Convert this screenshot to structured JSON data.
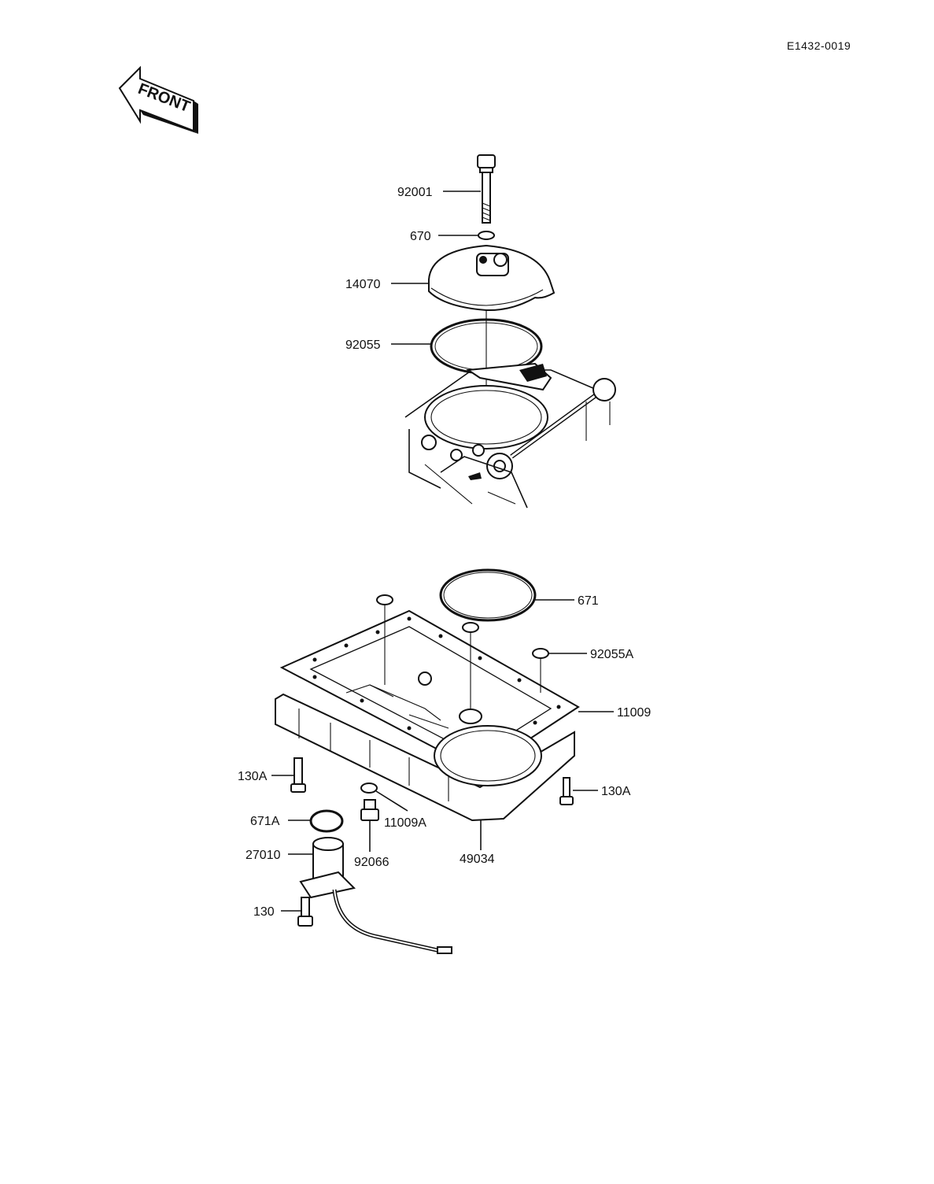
{
  "reference_code": "E1432-0019",
  "front_arrow": {
    "label": "FRONT"
  },
  "upper_assembly": {
    "callouts": [
      {
        "id": "92001",
        "label": "92001"
      },
      {
        "id": "670",
        "label": "670"
      },
      {
        "id": "14070",
        "label": "14070"
      },
      {
        "id": "92055",
        "label": "92055"
      }
    ]
  },
  "lower_assembly": {
    "callouts": [
      {
        "id": "671",
        "label": "671"
      },
      {
        "id": "92055A",
        "label": "92055A"
      },
      {
        "id": "11009",
        "label": "11009"
      },
      {
        "id": "130A_left",
        "label": "130A"
      },
      {
        "id": "130A_right",
        "label": "130A"
      },
      {
        "id": "671A",
        "label": "671A"
      },
      {
        "id": "11009A",
        "label": "11009A"
      },
      {
        "id": "92066",
        "label": "92066"
      },
      {
        "id": "49034",
        "label": "49034"
      },
      {
        "id": "27010",
        "label": "27010"
      },
      {
        "id": "130",
        "label": "130"
      }
    ]
  },
  "colors": {
    "ink": "#111111",
    "paper": "#ffffff"
  }
}
